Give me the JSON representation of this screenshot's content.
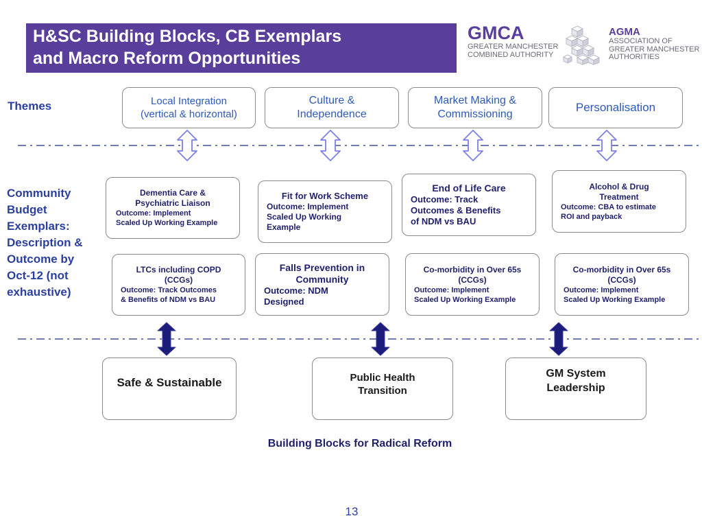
{
  "title": "H&SC  Building Blocks, CB Exemplars\nand Macro Reform Opportunities",
  "logos": {
    "gmca_name": "GMCA",
    "gmca_sub": "GREATER MANCHESTER\nCOMBINED AUTHORITY",
    "agma_name": "AGMA",
    "agma_sub": "ASSOCIATION OF\nGREATER MANCHESTER\nAUTHORITIES"
  },
  "labels": {
    "themes": "Themes",
    "community": "Community\nBudget\nExemplars:\nDescription &\nOutcome by\nOct-12 (not\nexhaustive)"
  },
  "themes": [
    "Local Integration\n(vertical & horizontal)",
    "Culture &\nIndependence",
    "Market Making &\nCommissioning",
    "Personalisation"
  ],
  "exemplars_row1": [
    {
      "title": "Dementia Care &\nPsychiatric Liaison",
      "outcome": "Outcome: Implement\nScaled Up Working Example"
    },
    {
      "title": "Fit for Work Scheme",
      "outcome": "Outcome: Implement\nScaled Up Working\nExample"
    },
    {
      "title": "End of Life Care",
      "outcome": "Outcome: Track\nOutcomes & Benefits\nof NDM vs BAU"
    },
    {
      "title": "Alcohol & Drug\nTreatment",
      "outcome": "Outcome: CBA to estimate\nROI and payback"
    }
  ],
  "exemplars_row2": [
    {
      "title": "LTCs including COPD\n(CCGs)",
      "outcome": "Outcome: Track Outcomes\n& Benefits of NDM vs BAU"
    },
    {
      "title": "Falls Prevention in\nCommunity",
      "outcome": "Outcome: NDM\nDesigned"
    },
    {
      "title": "Co-morbidity in Over 65s\n(CCGs)",
      "outcome": "Outcome: Implement\nScaled Up Working Example"
    },
    {
      "title": "Co-morbidity in Over 65s\n(CCGs)",
      "outcome": "Outcome: Implement\nScaled Up Working Example"
    }
  ],
  "building_blocks": [
    "Safe & Sustainable",
    "Public Health\nTransition",
    "GM System\nLeadership"
  ],
  "caption": "Building Blocks for Radical Reform",
  "page_number": "13",
  "colors": {
    "title_bg": "#5a3e9c",
    "label_blue": "#2b3fa0",
    "theme_text": "#2e5ab8",
    "exemplar_text": "#1f1f6b",
    "hollow_arrow": "#7b7fe8",
    "solid_arrow": "#1c1c7a",
    "divider": "#5a6aa8"
  }
}
